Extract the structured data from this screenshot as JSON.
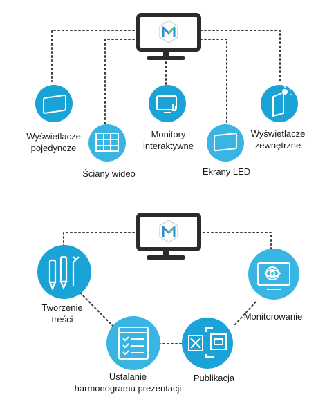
{
  "colors": {
    "circle": "#1aa3d6",
    "circle_light": "#38b5e3",
    "monitor": "#2b2b2b",
    "dots": "#3a3a3a",
    "logo_blue": "#2a8ec9",
    "logo_green": "#5cbf8f"
  },
  "top_diagram": {
    "center_icon": "monitor-logo-icon",
    "items": [
      {
        "label_line1": "Wyświetlacze",
        "label_line2": "pojedyncze",
        "icon": "single-display-icon"
      },
      {
        "label_line1": "Ściany wideo",
        "label_line2": "",
        "icon": "video-wall-icon"
      },
      {
        "label_line1": "Monitory",
        "label_line2": "interaktywne",
        "icon": "touch-monitor-icon"
      },
      {
        "label_line1": "Ekrany LED",
        "label_line2": "",
        "icon": "led-screen-icon"
      },
      {
        "label_line1": "Wyświetlacze",
        "label_line2": "zewnętrzne",
        "icon": "outdoor-display-icon"
      }
    ]
  },
  "bottom_diagram": {
    "center_icon": "monitor-logo-icon",
    "items": [
      {
        "label_line1": "Tworzenie",
        "label_line2": "treści",
        "icon": "content-tools-icon"
      },
      {
        "label_line1": "Ustalanie",
        "label_line2": "harmonogramu prezentacji",
        "icon": "schedule-checklist-icon"
      },
      {
        "label_line1": "Publikacja",
        "label_line2": "",
        "icon": "publish-icon"
      },
      {
        "label_line1": "Monitorowanie",
        "label_line2": "",
        "icon": "monitoring-icon"
      }
    ]
  }
}
